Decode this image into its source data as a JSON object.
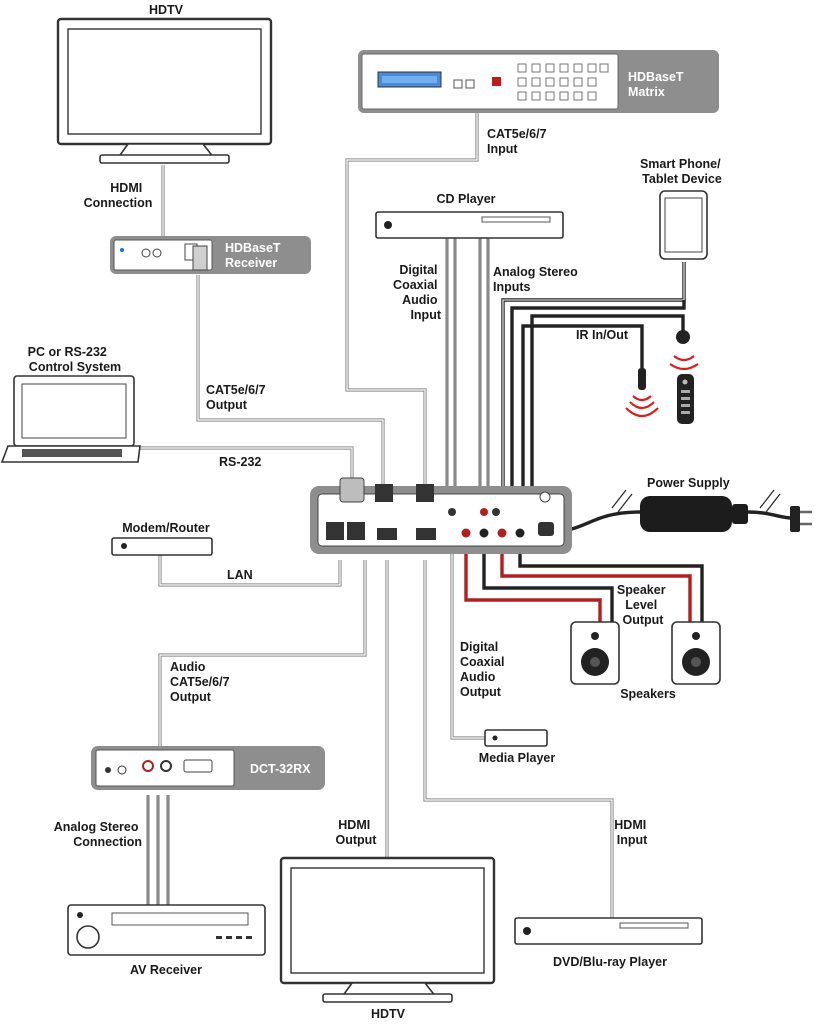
{
  "labels": {
    "hdtv_top": "HDTV",
    "hdmi_connection": [
      "HDMI",
      "Connection"
    ],
    "hdbaset_receiver": [
      "HDBaseT",
      "Receiver"
    ],
    "hdbaset_matrix": [
      "HDBaseT",
      "Matrix"
    ],
    "cat_input": [
      "CAT5e/6/7",
      "Input"
    ],
    "cd_player": "CD Player",
    "smart_phone": [
      "Smart Phone/",
      "Tablet Device"
    ],
    "digital_coax_input": [
      "Digital",
      "Coaxial",
      "Audio",
      "Input"
    ],
    "analog_stereo_inputs": [
      "Analog Stereo",
      "Inputs"
    ],
    "ir_in_out": "IR In/Out",
    "pc_rs232": [
      "PC or RS-232",
      "Control System"
    ],
    "cat_output_top": [
      "CAT5e/6/7",
      "Output"
    ],
    "rs232": "RS-232",
    "power_supply": "Power Supply",
    "modem_router": "Modem/Router",
    "lan": "LAN",
    "speaker_level_output": [
      "Speaker",
      "Level",
      "Output"
    ],
    "speakers": "Speakers",
    "audio_cat_output": [
      "Audio",
      "CAT5e/6/7",
      "Output"
    ],
    "digital_coax_output": [
      "Digital",
      "Coaxial",
      "Audio",
      "Output"
    ],
    "media_player": "Media Player",
    "dct_32rx": "DCT-32RX",
    "analog_stereo_connection": [
      "Analog Stereo",
      "Connection"
    ],
    "hdmi_output": [
      "HDMI",
      "Output"
    ],
    "hdmi_input": [
      "HDMI",
      "Input"
    ],
    "av_receiver": "AV Receiver",
    "dvd_player": "DVD/Blu-ray Player",
    "hdtv_bottom": "HDTV"
  },
  "colors": {
    "cable_grey": "#8a8a8a",
    "device_grey": "#8e8e8e",
    "speaker_red": "#b02020",
    "speaker_dark": "#222222",
    "ir_red": "#d62020"
  },
  "icons": {
    "ir_emitter": "ir-emitter-icon",
    "ir_receiver": "ir-receiver-icon",
    "remote": "remote-control-icon"
  }
}
